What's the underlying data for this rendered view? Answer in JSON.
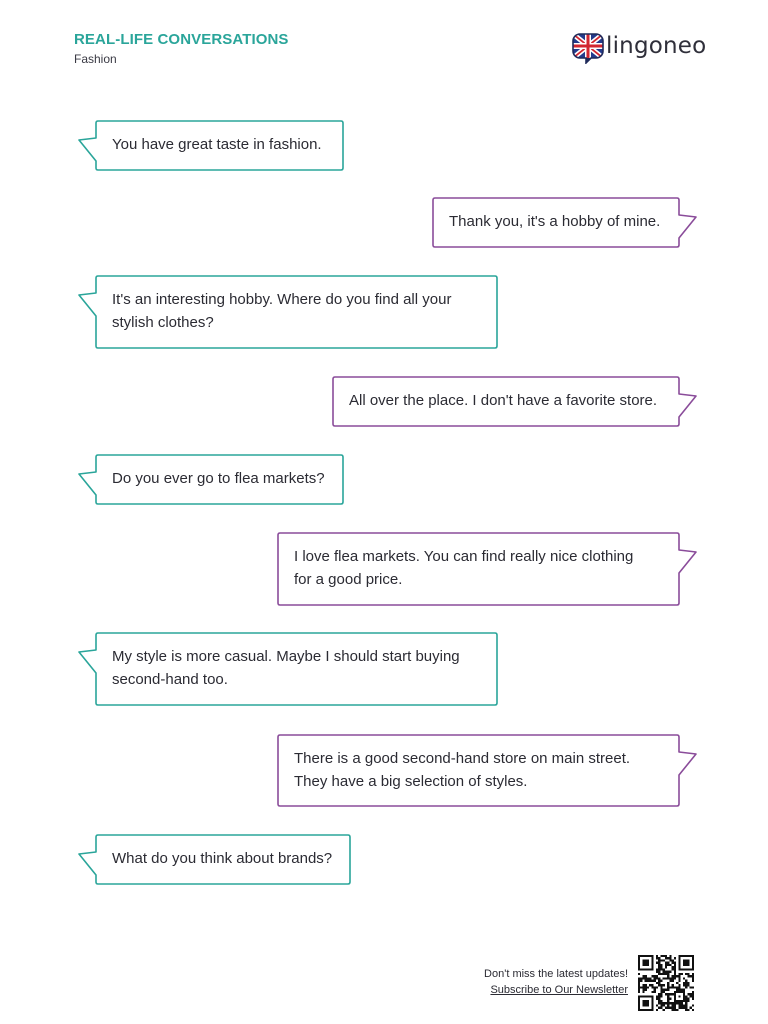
{
  "header": {
    "title": "REAL-LIFE CONVERSATIONS",
    "subtitle": "Fashion",
    "logo_text": "lingoneo",
    "logo_icon": "uk-flag-speech-bubble-icon"
  },
  "colors": {
    "teal": "#2aa59a",
    "purple": "#8a4c9a"
  },
  "conversation": [
    {
      "speaker": "left",
      "lines": [
        "You have great taste in fashion."
      ]
    },
    {
      "speaker": "right",
      "lines": [
        "Thank you, it's a hobby of mine."
      ]
    },
    {
      "speaker": "left",
      "lines": [
        "It's an interesting hobby. Where do you find all your",
        "stylish clothes?"
      ]
    },
    {
      "speaker": "right",
      "lines": [
        "All over the place. I don't have a favorite store."
      ]
    },
    {
      "speaker": "left",
      "lines": [
        "Do you ever go to flea markets?"
      ]
    },
    {
      "speaker": "right",
      "lines": [
        "I love flea markets. You can find really nice clothing",
        "for a good price."
      ]
    },
    {
      "speaker": "left",
      "lines": [
        "My style is more casual. Maybe I should start buying",
        "second-hand too."
      ]
    },
    {
      "speaker": "right",
      "lines": [
        "There is a good second-hand store on main street.",
        "They have a big selection of styles."
      ]
    },
    {
      "speaker": "left",
      "lines": [
        "What do you think about brands?"
      ]
    }
  ],
  "footer": {
    "note": "Don't miss the latest updates!",
    "link": "Subscribe to Our Newsletter",
    "qr_icon": "qr-code-icon"
  }
}
